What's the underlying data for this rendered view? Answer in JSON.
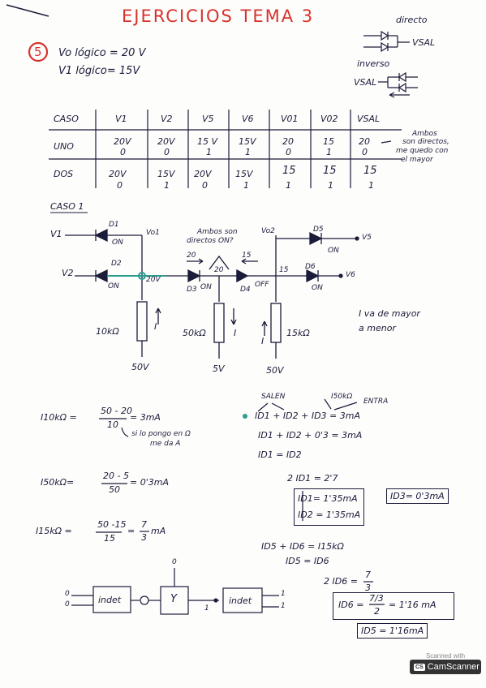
{
  "title": "EJERCICIOS TEMA 3",
  "exercise_number": "5",
  "given": {
    "v0": "Vo lógico = 20 V",
    "v1": "V1 lógico= 15V"
  },
  "legend": {
    "direct": "directo",
    "inverse": "inverso",
    "vsal_right": "VSAL",
    "vsal_left": "VSAL"
  },
  "table": {
    "headers": [
      "CASO",
      "V1",
      "V2",
      "V5",
      "V6",
      "V01",
      "V02",
      "VSAL"
    ],
    "rows": [
      {
        "case": "UNO",
        "values": [
          "20V",
          "20V",
          "15 V",
          "15V",
          "20",
          "15",
          "20"
        ],
        "bits": [
          "0",
          "0",
          "1",
          "1",
          "0",
          "1",
          "0"
        ]
      },
      {
        "case": "DOS",
        "values": [
          "20V",
          "15V",
          "20V",
          "15V",
          "15",
          "15",
          "15"
        ],
        "bits": [
          "0",
          "1",
          "0",
          "1",
          "1",
          "1",
          "1"
        ]
      }
    ],
    "note": [
      "Ambos",
      "son directos,",
      "me quedo con",
      "el mayor"
    ]
  },
  "case_label": "CASO 1",
  "circuit": {
    "v1": "V1",
    "v2": "V2",
    "d1": "D1",
    "d2": "D2",
    "d3": "D3",
    "d4": "D4",
    "d5": "D5",
    "d6": "D6",
    "on": "ON",
    "off": "OFF",
    "vo1": "Vo1",
    "vo2": "Vo2",
    "v5": "V5",
    "v6": "V6",
    "n20a": "20",
    "n20b": "20",
    "n15a": "15",
    "n15b": "15",
    "n20v": "20V",
    "ambos": "Ambos son",
    "directos": "directos ON?",
    "r1": "10kΩ",
    "r2": "50kΩ",
    "r3": "15kΩ",
    "i": "I",
    "s1": "50V",
    "s2": "5V",
    "s3": "50V",
    "note1": "I va de mayor",
    "note2": "a menor"
  },
  "calc": {
    "i10_label": "I10kΩ =",
    "i10_num": "50 - 20",
    "i10_den": "10",
    "i10_res": "= 3mA",
    "i10_note1": "si lo pongo en Ω",
    "i10_note2": "me da A",
    "i50_label": "I50kΩ=",
    "i50_num": "20 - 5",
    "i50_den": "50",
    "i50_res": "= 0'3mA",
    "i15_label": "I15kΩ =",
    "i15_num": "50 -15",
    "i15_den": "15",
    "i15_eq": "=",
    "i15_fnum": "7",
    "i15_fden": "3",
    "i15_unit": "mA",
    "salen": "SALEN",
    "isokn": "I50kΩ",
    "entra": "ENTRA",
    "eq1": "ID1 + ID2 + ID3 = 3mA",
    "eq2": "ID1 + ID2 + 0'3 = 3mA",
    "eq3": "ID1 = ID2",
    "eq4": "2 ID1 = 2'7",
    "res_id1": "ID1= 1'35mA",
    "res_id2": "ID2 = 1'35mA",
    "res_id3": "ID3= 0'3mA",
    "eq5": "ID5 + ID6 = I15kΩ",
    "eq6": "ID5 = ID6",
    "eq7_pre": "2 ID6 =",
    "eq7_num": "7",
    "eq7_den": "3",
    "res_id6_pre": "ID6 =",
    "res_id6_num": "7/3",
    "res_id6_den": "2",
    "res_id6_post": "= 1'16 mA",
    "res_id5": "ID5 = 1'16mA"
  },
  "logic": {
    "in_a": "0",
    "in_b": "0",
    "top_out": "0",
    "b1": "indet",
    "b2": "Y",
    "b3": "indet",
    "mid_out": "1",
    "out_a": "1",
    "out_b": "1"
  },
  "scanner": {
    "top": "Scanned with",
    "brand": "CamScanner",
    "logo": "CS"
  }
}
